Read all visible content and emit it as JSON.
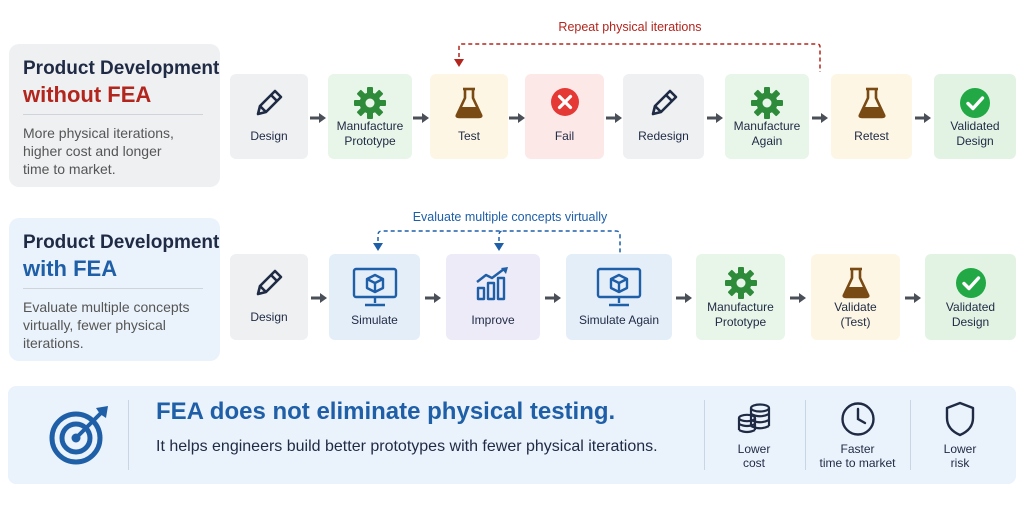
{
  "without": {
    "title_line1": "Product Development",
    "title_line2": "without FEA",
    "desc_lines": [
      "More physical iterations,",
      "higher cost and longer",
      "time to market."
    ],
    "loop_label": "Repeat physical iterations",
    "steps": [
      {
        "label": "Design",
        "icon": "pencil-icon"
      },
      {
        "label": "Manufacture\nPrototype",
        "icon": "gear-icon"
      },
      {
        "label": "Test",
        "icon": "flask-icon"
      },
      {
        "label": "Fail",
        "icon": "fail-x-icon"
      },
      {
        "label": "Redesign",
        "icon": "pencil-icon"
      },
      {
        "label": "Manufacture\nAgain",
        "icon": "gear-icon"
      },
      {
        "label": "Retest",
        "icon": "flask-icon"
      },
      {
        "label": "Validated\nDesign",
        "icon": "check-icon"
      }
    ]
  },
  "with": {
    "title_line1": "Product Development",
    "title_line2": "with FEA",
    "desc_lines": [
      "Evaluate multiple concepts",
      "virtually, fewer physical",
      "iterations."
    ],
    "loop_label": "Evaluate multiple concepts virtually",
    "steps": [
      {
        "label": "Design",
        "icon": "pencil-icon"
      },
      {
        "label": "Simulate",
        "icon": "monitor-cube-icon"
      },
      {
        "label": "Improve",
        "icon": "chart-trend-icon"
      },
      {
        "label": "Simulate Again",
        "icon": "monitor-cube-icon"
      },
      {
        "label": "Manufacture\nPrototype",
        "icon": "gear-icon"
      },
      {
        "label": "Validate\n(Test)",
        "icon": "flask-icon"
      },
      {
        "label": "Validated\nDesign",
        "icon": "check-icon"
      }
    ]
  },
  "bottom": {
    "title": "FEA does not eliminate physical testing.",
    "subtitle": "It helps engineers build better prototypes with fewer physical iterations.",
    "benefits": [
      {
        "label": "Lower\ncost",
        "icon": "coins-icon"
      },
      {
        "label": "Faster\ntime to market",
        "icon": "clock-icon"
      },
      {
        "label": "Lower\nrisk",
        "icon": "shield-icon"
      }
    ]
  },
  "colors": {
    "dark_red": "#b3261e",
    "fea_blue": "#1f5fa8",
    "green": "#2e8b3a",
    "flask_brown": "#7a4a14",
    "fail_red": "#e53935",
    "check_green": "#22a845"
  }
}
